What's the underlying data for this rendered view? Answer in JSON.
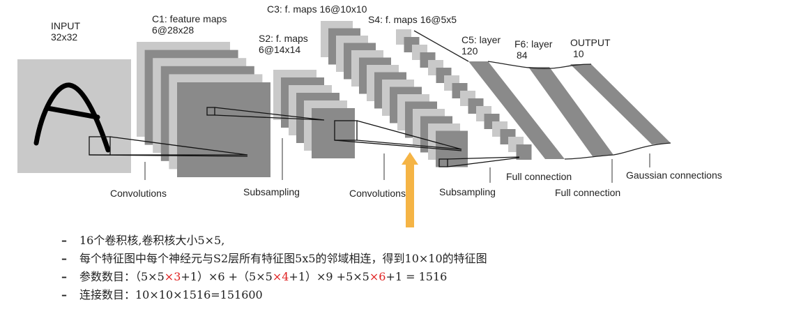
{
  "diagram": {
    "layers": {
      "input": {
        "title": "INPUT",
        "size": "32x32"
      },
      "c1": {
        "title": "C1: feature maps",
        "size": "6@28x28",
        "count": 6
      },
      "s2": {
        "title": "S2: f. maps",
        "size": "6@14x14",
        "count": 6
      },
      "c3": {
        "title": "C3: f. maps 16@10x10",
        "count": 16
      },
      "s4": {
        "title": "S4: f. maps 16@5x5",
        "count": 16
      },
      "c5": {
        "title": "C5: layer",
        "size": "120"
      },
      "f6": {
        "title": "F6: layer",
        "size": "84"
      },
      "output": {
        "title": "OUTPUT",
        "size": "10"
      }
    },
    "operations": {
      "conv1": "Convolutions",
      "sub1": "Subsampling",
      "conv2": "Convolutions",
      "sub2": "Subsampling",
      "full1": "Full connection",
      "full2": "Full connection",
      "gauss": "Gaussian connections"
    },
    "colors": {
      "light": "#c9c9c9",
      "dark": "#8a8a8a",
      "arrow": "#f5b445",
      "highlight": "#e02020"
    }
  },
  "notes": {
    "bullet": "–",
    "line1": "16个卷积核,卷积核大小5×5,",
    "line2": "每个特征图中每个神经元与S2层所有特征图5x5的邻域相连，得到10×10的特征图",
    "line3": {
      "p1": "参数数目：（5×5",
      "r1": "×3",
      "p2": "+1）×6 +（5×5",
      "r2": "×4",
      "p3": "+1）×9 +5×5",
      "r3": "×6",
      "p4": "+1 = 1516"
    },
    "line4": "连接数目：10×10×1516=151600"
  }
}
